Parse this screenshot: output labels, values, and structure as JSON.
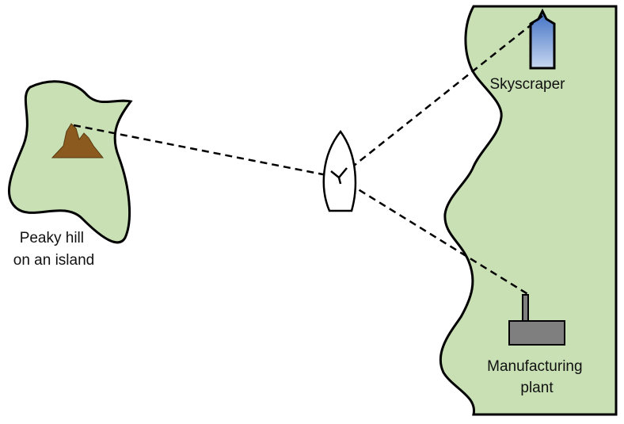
{
  "labels": {
    "island": [
      "Peaky hill",
      "on an island"
    ],
    "skyscraper": "Skyscraper",
    "plant": [
      "Manufacturing",
      "plant"
    ]
  },
  "colors": {
    "land": "#c8e0b4",
    "outline": "#000000",
    "hill": "#8b5a1e",
    "building_top": "#3f6fc4",
    "building_bottom": "#c8d8f0",
    "factory": "#7f7f7f",
    "boat": "#ffffff"
  },
  "icons": {
    "hill": "hill-icon",
    "skyscraper": "skyscraper-icon",
    "factory": "factory-icon",
    "boat": "boat-icon"
  }
}
